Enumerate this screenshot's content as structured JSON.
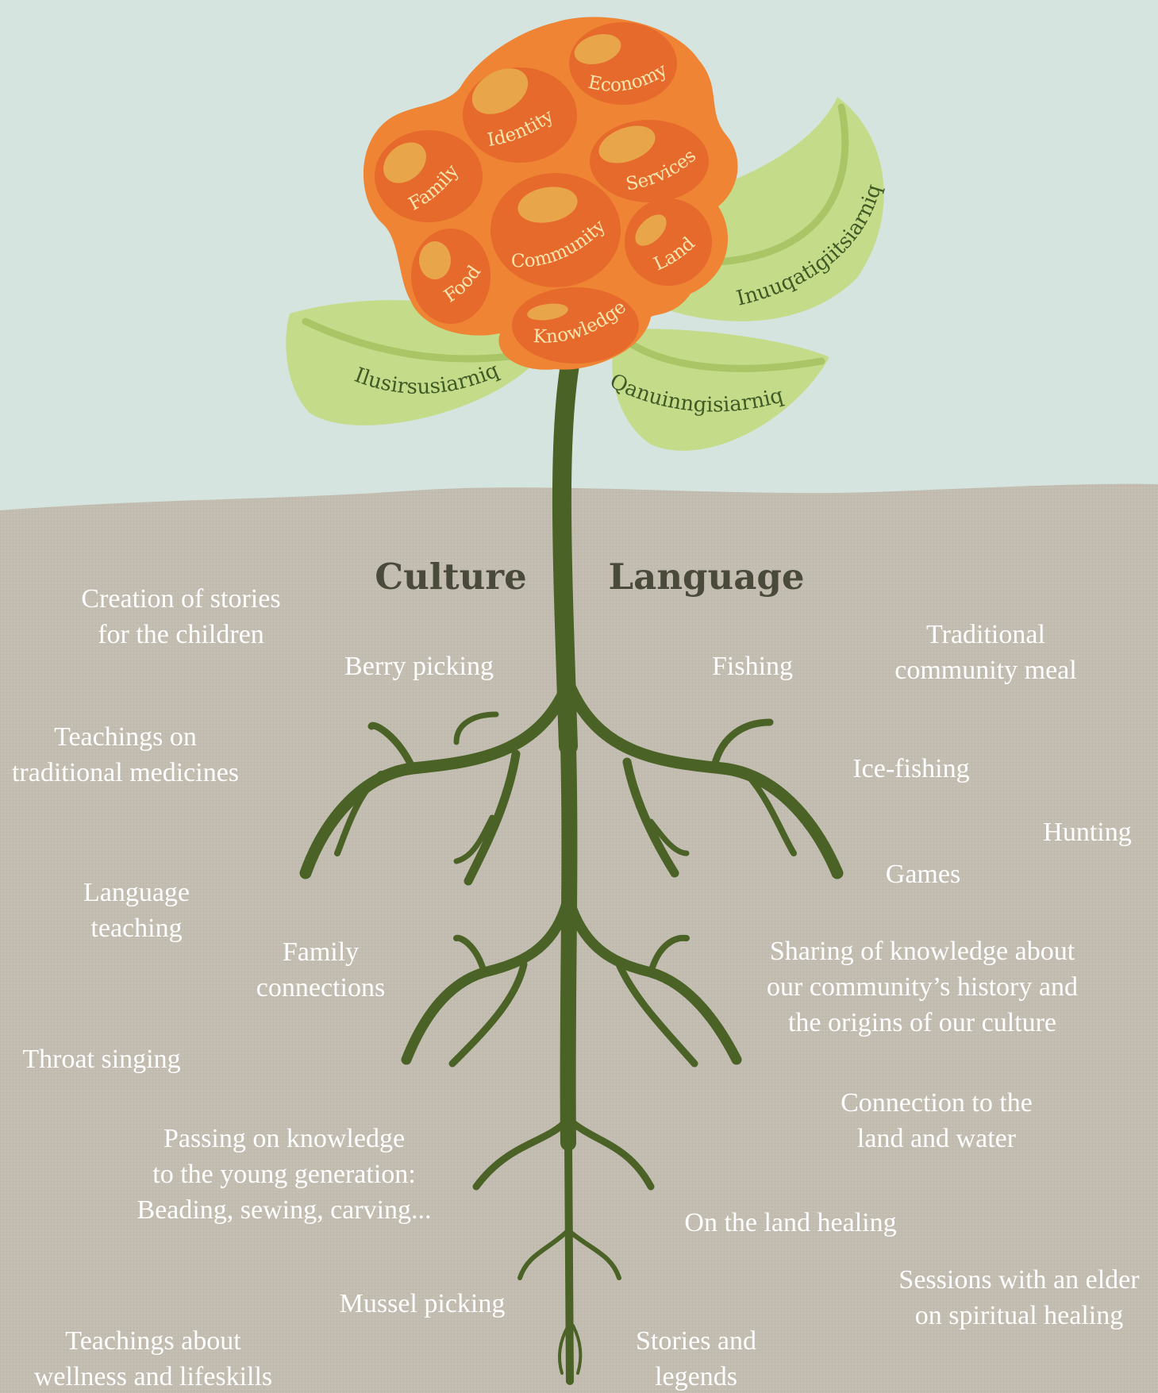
{
  "berry": {
    "components": [
      "Economy",
      "Identity",
      "Family",
      "Services",
      "Community",
      "Land",
      "Food",
      "Knowledge"
    ]
  },
  "leaves": [
    "Ilusirsusiarniq",
    "Qanuinngisiarniq",
    "Inuuqatigiitsiarniq"
  ],
  "roots": {
    "culture_title": "Culture",
    "language_title": "Language"
  },
  "items": [
    {
      "lines": [
        "Creation of stories",
        "for the children"
      ]
    },
    {
      "lines": [
        "Berry picking"
      ]
    },
    {
      "lines": [
        "Fishing"
      ]
    },
    {
      "lines": [
        "Traditional",
        "community meal"
      ]
    },
    {
      "lines": [
        "Teachings on",
        "traditional medicines"
      ]
    },
    {
      "lines": [
        "Ice-fishing"
      ]
    },
    {
      "lines": [
        "Hunting"
      ]
    },
    {
      "lines": [
        "Games"
      ]
    },
    {
      "lines": [
        "Language",
        "teaching"
      ]
    },
    {
      "lines": [
        "Family",
        "connections"
      ]
    },
    {
      "lines": [
        "Sharing of knowledge about",
        "our community’s history and",
        "the origins of our culture"
      ]
    },
    {
      "lines": [
        "Throat singing"
      ]
    },
    {
      "lines": [
        "Connection to the",
        "land and water"
      ]
    },
    {
      "lines": [
        "Passing on knowledge",
        "to the young generation:",
        "Beading, sewing, carving..."
      ]
    },
    {
      "lines": [
        "On the land healing"
      ]
    },
    {
      "lines": [
        "Sessions with an elder",
        "on spiritual healing"
      ]
    },
    {
      "lines": [
        "Mussel picking"
      ]
    },
    {
      "lines": [
        "Teachings about",
        "wellness and lifeskills"
      ]
    },
    {
      "lines": [
        "Stories and",
        "legends"
      ]
    }
  ],
  "colors": {
    "sky": "#d5e4df",
    "soil": "#c2bdb0",
    "stem": "#4b6226",
    "leaf": "#c4dc8a",
    "berry": "#e8732d",
    "highlight": "#e9a54a"
  }
}
